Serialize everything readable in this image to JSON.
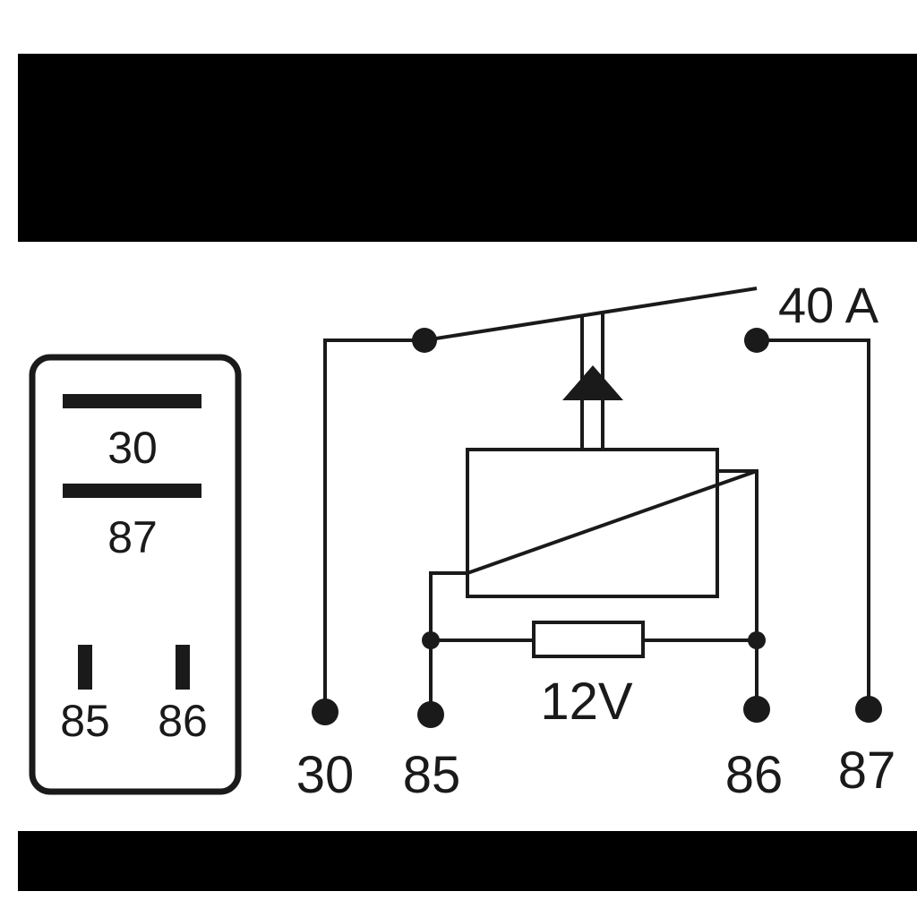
{
  "colors": {
    "ink": "#1a1a1a",
    "bars": "#000000",
    "background": "#ffffff"
  },
  "pin_diagram": {
    "pins": [
      "30",
      "87",
      "85",
      "86"
    ]
  },
  "schematic": {
    "contact_rating": "40 A",
    "coil_resistor_label": "12V",
    "terminals": [
      "30",
      "85",
      "86",
      "87"
    ]
  }
}
